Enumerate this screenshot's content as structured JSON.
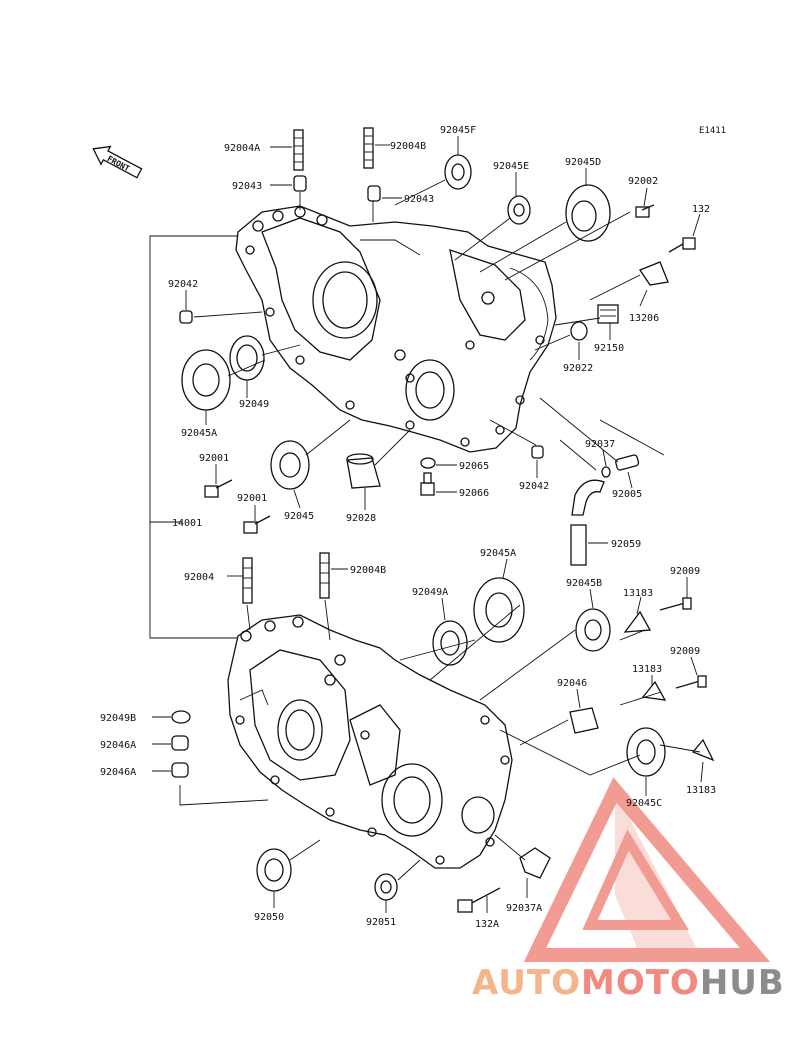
{
  "diagram": {
    "code": "E1411",
    "front_label": "FRONT",
    "colors": {
      "ink": "#111111",
      "watermark": "#f08a80",
      "brand_auto": "#f5b58a",
      "brand_moto": "#f08a80",
      "brand_hub": "#8c8c8c"
    },
    "labels": {
      "l92004a": "92004A",
      "l92004b_top": "92004B",
      "l92045f": "92045F",
      "l92043_a": "92043",
      "l92043_b": "92043",
      "l92045e": "92045E",
      "l92045d": "92045D",
      "l92002": "92002",
      "l132": "132",
      "l92042_a": "92042",
      "l13206": "13206",
      "l92150": "92150",
      "l92022": "92022",
      "l92049": "92049",
      "l92045a_top": "92045A",
      "l92001_a": "92001",
      "l92065": "92065",
      "l92037": "92037",
      "l92042_b": "92042",
      "l92005": "92005",
      "l92001_b": "92001",
      "l92066": "92066",
      "l92045": "92045",
      "l92028": "92028",
      "l14001": "14001",
      "l92059": "92059",
      "l92045a_mid": "92045A",
      "l92004": "92004",
      "l92004b_bot": "92004B",
      "l92049a": "92049A",
      "l92045b": "92045B",
      "l92009_a": "92009",
      "l13183_a": "13183",
      "l92009_b": "92009",
      "l13183_b": "13183",
      "l92046": "92046",
      "l92049b": "92049B",
      "l92046a_a": "92046A",
      "l92046a_b": "92046A",
      "l13183_c": "13183",
      "l92045c": "92045C",
      "l92050": "92050",
      "l92051": "92051",
      "l132a": "132A",
      "l92037a": "92037A"
    }
  },
  "watermark": {
    "part1": "AUTO",
    "part2": "MOTO",
    "part3": "HUB"
  }
}
